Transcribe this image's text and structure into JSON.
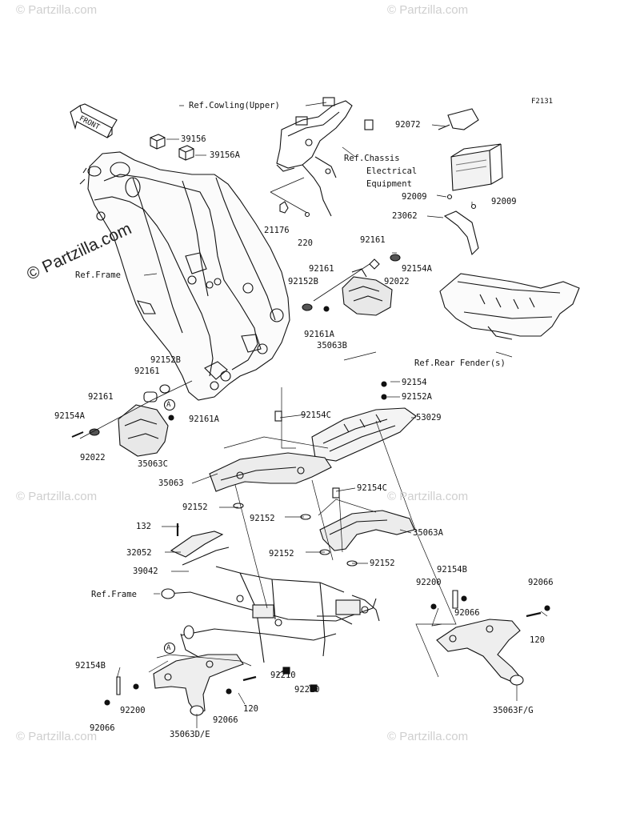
{
  "diagram": {
    "code": "F2131",
    "front_label": "FRONT",
    "watermark": "© Partzilla.com",
    "watermark_side": "© Partzilla.com",
    "callout_letter": "A",
    "labels": {
      "ref_cowling": "Ref.Cowling(Upper)",
      "ref_chassis_1": "Ref.Chassis",
      "ref_chassis_2": "Electrical",
      "ref_chassis_3": "Equipment",
      "ref_frame_top": "Ref.Frame",
      "ref_frame_low": "Ref.Frame",
      "ref_rear_fender": "Ref.Rear Fender(s)",
      "p39156": "39156",
      "p39156a": "39156A",
      "p21176": "21176",
      "p220": "220",
      "p92072": "92072",
      "p92009a": "92009",
      "p92009b": "92009",
      "p23062": "23062",
      "p92161_top": "92161",
      "p92161_top2": "92161",
      "p92154a_top": "92154A",
      "p92152b_top": "92152B",
      "p92022_top": "92022",
      "p92161a_top": "92161A",
      "p35063b": "35063B",
      "p92152b_left": "92152B",
      "p92161_left": "92161",
      "p92161_left2": "92161",
      "p92154a_left": "92154A",
      "p92161a_left": "92161A",
      "p92022_left": "92022",
      "p35063c": "35063C",
      "p92154": "92154",
      "p92152a": "92152A",
      "p92154c_a": "92154C",
      "p53029": "53029",
      "p35063": "35063",
      "p92154c_b": "92154C",
      "p92152_a": "92152",
      "p92152_b": "92152",
      "p35063a": "35063A",
      "p132": "132",
      "p92152_c": "92152",
      "p92152_d": "92152",
      "p32052": "32052",
      "p39042": "39042",
      "p92154b_r": "92154B",
      "p92200_r": "92200",
      "p92066_r": "92066",
      "p92066_r2": "92066",
      "p120_r": "120",
      "p92210_a": "92210",
      "p92210_b": "92210",
      "p92154b_l": "92154B",
      "p92200_l": "92200",
      "p92066_l": "92066",
      "p92066_l2": "92066",
      "p120_l": "120",
      "p35063de": "35063D/E",
      "p35063fg": "35063F/G"
    }
  }
}
